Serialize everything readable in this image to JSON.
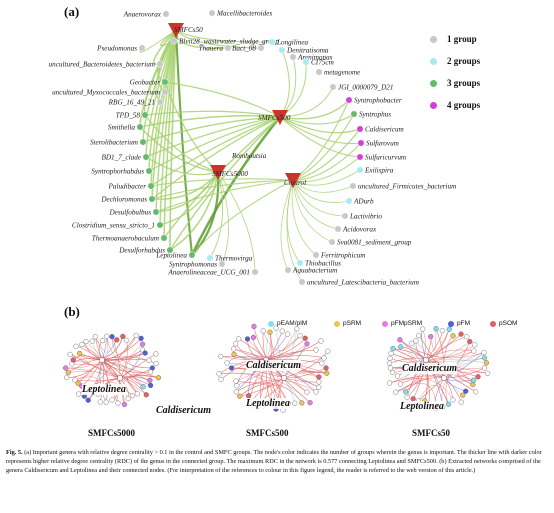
{
  "panel_a": {
    "label": "(a)",
    "legend": [
      {
        "text": "1 group",
        "color": "#c8c8c8"
      },
      {
        "text": "2 groups",
        "color": "#a6ebee"
      },
      {
        "text": "3 groups",
        "color": "#66bb6a"
      },
      {
        "text": "4 groups",
        "color": "#d63fd6"
      }
    ],
    "hubs": [
      "SMFCs50",
      "SMFCs500",
      "SMFCs5000",
      "Control"
    ],
    "center_label": "Romboutsia",
    "nodes": [
      {
        "name": "Anaerovorax",
        "color": "#c8c8c8"
      },
      {
        "name": "Macellibacteroides",
        "color": "#c8c8c8"
      },
      {
        "name": "Blvii28_wastewater_sludge_group",
        "color": "#c8c8c8"
      },
      {
        "name": "Pseudomonas",
        "color": "#c8c8c8"
      },
      {
        "name": "Thauera",
        "color": "#c8c8c8"
      },
      {
        "name": "Bact_08",
        "color": "#c8c8c8"
      },
      {
        "name": "Longilinea",
        "color": "#a6ebee"
      },
      {
        "name": "Denitratisoma",
        "color": "#a6ebee"
      },
      {
        "name": "Arenimonas",
        "color": "#c8c8c8"
      },
      {
        "name": "uncultured_Bacteroidetes_bacterium",
        "color": "#c8c8c8"
      },
      {
        "name": "CI75cm",
        "color": "#a6ebee"
      },
      {
        "name": "metagenome",
        "color": "#c8c8c8"
      },
      {
        "name": "Geobacter",
        "color": "#66bb6a"
      },
      {
        "name": "uncultured_Myxococcales_bacterium",
        "color": "#c8c8c8"
      },
      {
        "name": "JGI_0000079_D21",
        "color": "#c8c8c8"
      },
      {
        "name": "RBG_16_49_21",
        "color": "#c8c8c8"
      },
      {
        "name": "Syntrophobacter",
        "color": "#d63fd6"
      },
      {
        "name": "TPD_58",
        "color": "#66bb6a"
      },
      {
        "name": "Syntrophus",
        "color": "#66bb6a"
      },
      {
        "name": "Smithella",
        "color": "#66bb6a"
      },
      {
        "name": "Caldisericum",
        "color": "#d63fd6"
      },
      {
        "name": "Sterolibacterium",
        "color": "#66bb6a"
      },
      {
        "name": "Sulfurovum",
        "color": "#d63fd6"
      },
      {
        "name": "BD1_7_clade",
        "color": "#66bb6a"
      },
      {
        "name": "Syntrophorhabdus",
        "color": "#66bb6a"
      },
      {
        "name": "Sulfuricurvum",
        "color": "#d63fd6"
      },
      {
        "name": "Paludibacter",
        "color": "#66bb6a"
      },
      {
        "name": "Exilispira",
        "color": "#a6ebee"
      },
      {
        "name": "Dechloromonas",
        "color": "#66bb6a"
      },
      {
        "name": "uncultured_Firmicutes_bacterium",
        "color": "#c8c8c8"
      },
      {
        "name": "Desulfobulbus",
        "color": "#66bb6a"
      },
      {
        "name": "ADurb",
        "color": "#a6ebee"
      },
      {
        "name": "Clostridium_sensu_stricto_1",
        "color": "#66bb6a"
      },
      {
        "name": "Lactivibrio",
        "color": "#c8c8c8"
      },
      {
        "name": "Thermoanaerobaculum",
        "color": "#66bb6a"
      },
      {
        "name": "Acidovorax",
        "color": "#c8c8c8"
      },
      {
        "name": "Desulforhabdus",
        "color": "#66bb6a"
      },
      {
        "name": "Sva0081_sediment_group",
        "color": "#c8c8c8"
      },
      {
        "name": "Leptolinea",
        "color": "#66bb6a"
      },
      {
        "name": "Thermovirga",
        "color": "#a6ebee"
      },
      {
        "name": "Ferritrophicum",
        "color": "#c8c8c8"
      },
      {
        "name": "Syntrophomonas",
        "color": "#c8c8c8"
      },
      {
        "name": "Thiobacillus",
        "color": "#a6ebee"
      },
      {
        "name": "Aquabacterium",
        "color": "#c8c8c8"
      },
      {
        "name": "Anaerolineaceae_UCG_001",
        "color": "#c8c8c8"
      },
      {
        "name": "uncultured_Latescibacteria_bacterium",
        "color": "#c8c8c8"
      }
    ]
  },
  "panel_b": {
    "label": "(b)",
    "legend": [
      {
        "text": "pEAM/pIM",
        "color": "#7fe0f0"
      },
      {
        "text": "pSRM",
        "color": "#f2c14e"
      },
      {
        "text": "pFMpSRM",
        "color": "#e47be6"
      },
      {
        "text": "pFM",
        "color": "#4f5fd8"
      },
      {
        "text": "pSOM",
        "color": "#e46060"
      }
    ],
    "networks": [
      {
        "caption": "SMFCs5000",
        "labels": [
          "Leptolinea",
          "Caldisericum"
        ]
      },
      {
        "caption": "SMFCs500",
        "labels": [
          "Caldisericum",
          "Leptolinea"
        ]
      },
      {
        "caption": "SMFCs50",
        "labels": [
          "Caldisericum",
          "Leptolinea"
        ]
      }
    ]
  },
  "caption": {
    "fig_label": "Fig. 5.",
    "text": "(a) Important genera with relative degree centrality > 0.1 in the control and SMFC groups. The node's color indicates the number of groups wherein the genus is important. The thicker line with darker color represents higher relative degree centrality (RDC) of the genus in the connected group. The maximum RDC in the network is 0.577 connecting Leptolinea and SMFCs500. (b) Extracted networks comprised of the genera Caldisericum and Leptolinea and their connected nodes. (For interpretation of the references to colour in this figure legend, the reader is referred to the web version of this article.)"
  }
}
